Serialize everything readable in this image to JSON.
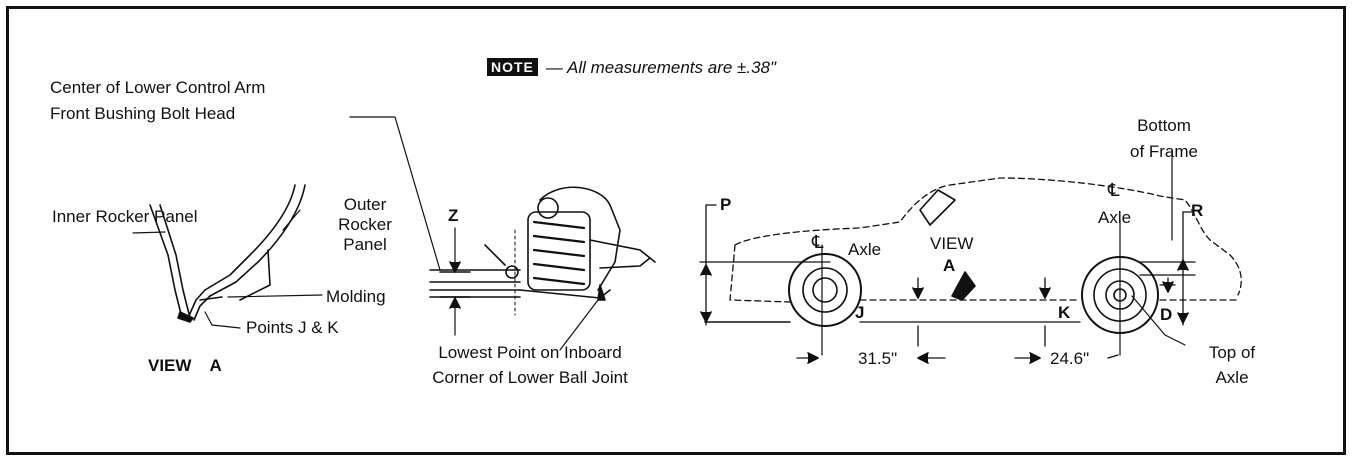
{
  "note": {
    "badge": "NOTE",
    "text": "— All measurements are ±.38\""
  },
  "view_a": {
    "title": "VIEW A",
    "inner_rocker_panel": "Inner Rocker Panel",
    "outer_rocker_panel": "Outer Rocker Panel",
    "molding": "Molding",
    "points_jk": "Points J & K"
  },
  "suspension": {
    "control_arm_label_1": "Center of Lower Control Arm",
    "control_arm_label_2": "Front Bushing Bolt Head",
    "z": "Z",
    "ball_joint_label_1": "Lowest Point on Inboard",
    "ball_joint_label_2": "Corner of Lower Ball Joint"
  },
  "car": {
    "p": "P",
    "r": "R",
    "d": "D",
    "j": "J",
    "k": "K",
    "cl_symbol": "℄",
    "front_axle": "Axle",
    "rear_axle": "Axle",
    "view": "VIEW",
    "view_letter": "A",
    "bottom_of_frame_1": "Bottom",
    "bottom_of_frame_2": "of Frame",
    "top_of_axle_1": "Top of",
    "top_of_axle_2": "Axle",
    "dim_front": "31.5\"",
    "dim_rear": "24.6\""
  }
}
